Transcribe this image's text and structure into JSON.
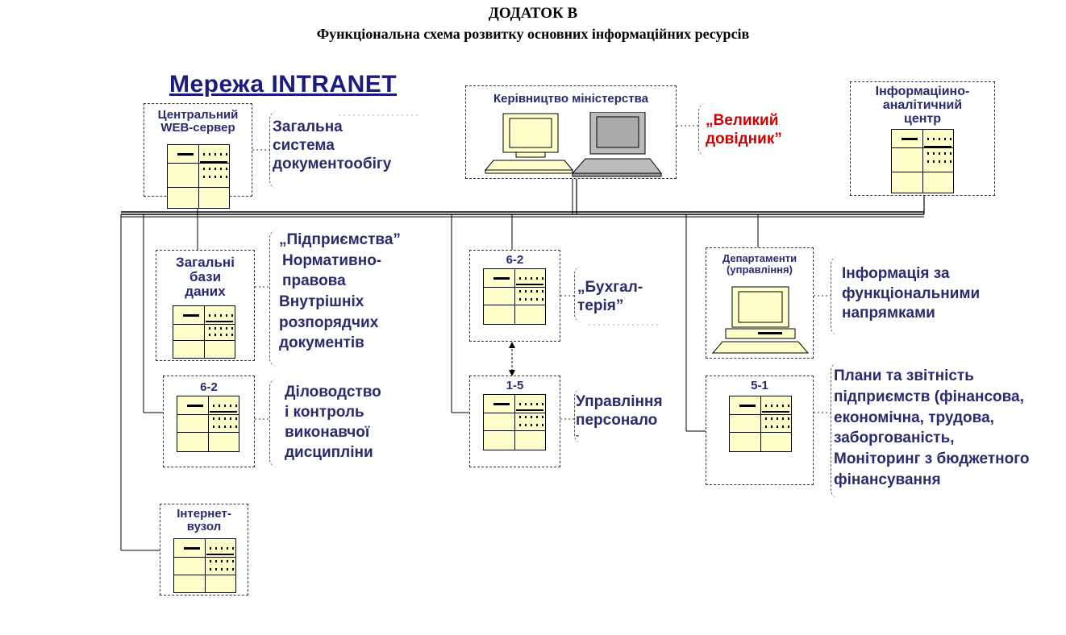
{
  "header": {
    "line1": "ДОДАТОК В",
    "line2": "Функціональна схема розвитку основних інформаційних ресурсів"
  },
  "network_title": "Мережа INTRANET",
  "nodes": {
    "web_server": {
      "title1": "Центральний",
      "title2": "WEB-сервер"
    },
    "ministry": {
      "title": "Керівництво міністерства"
    },
    "analytic": {
      "title1": "Інформаціино-",
      "title2": "аналітичний",
      "title3": "центр"
    },
    "databases": {
      "title1": "Загальні",
      "title2": "бази",
      "title3": "даних"
    },
    "records": {
      "title": "6-2"
    },
    "internet": {
      "title1": "Інтернет-",
      "title2": "вузол"
    },
    "accounting": {
      "title": "6-2"
    },
    "personnel": {
      "title": "1-5"
    },
    "departments": {
      "title1": "Департаменти",
      "title2": "(управління)"
    },
    "plans": {
      "title": "5-1"
    }
  },
  "labels": {
    "docflow": [
      "Загальна",
      "система",
      "документообігу"
    ],
    "handbook": [
      "„Великий",
      "довідник”"
    ],
    "enterprises": [
      "„Підприємства”",
      "Нормативно-",
      "правова",
      "Внутрішніх",
      "розпорядчих",
      "документів"
    ],
    "records": [
      "Діловодство",
      "і контроль",
      "виконавчої",
      "дисципліни"
    ],
    "accounting": [
      "„Бухгал-",
      "терія”"
    ],
    "personnel": [
      "Управління",
      "персонало",
      "-"
    ],
    "functional": [
      "Інформація за",
      "функціональними",
      "напрямками"
    ],
    "plans": [
      "Плани та звітність",
      "підприємств (фінансова,",
      "економічна, трудова,",
      "заборгованість,",
      "Моніторинг з бюджетного",
      "фінансування"
    ]
  },
  "colors": {
    "text_blue": "#2a2a6e",
    "title_blue": "#1a1a80",
    "highlight_red": "#cc0000",
    "server_fill": "#ffffcc"
  }
}
